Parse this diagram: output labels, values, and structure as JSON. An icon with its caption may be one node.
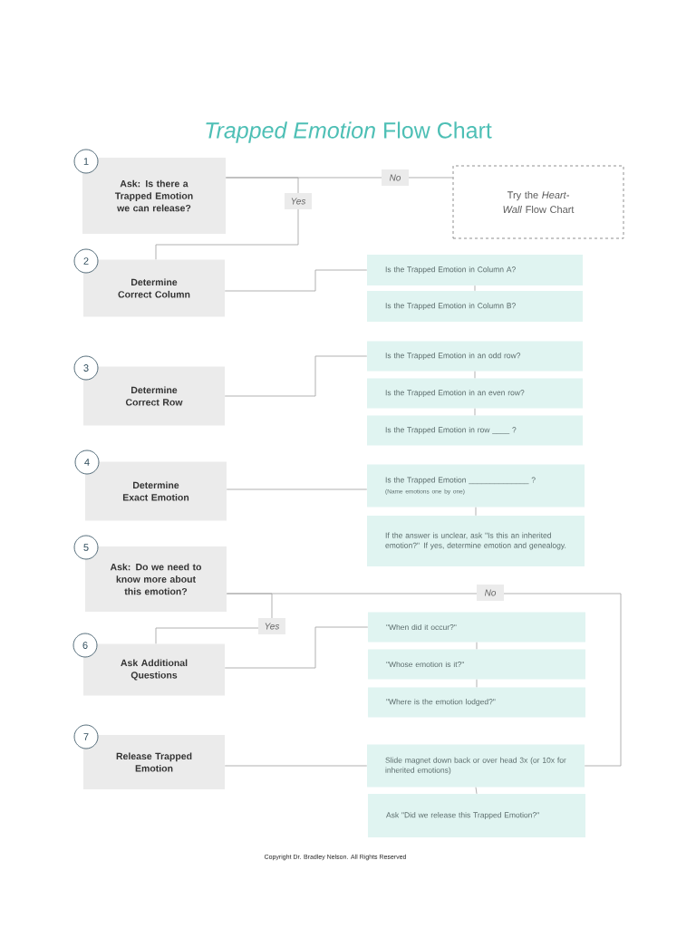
{
  "diagram": {
    "title": "*Trapped Emotion* Flow Chart",
    "nodes": [
      {
        "text": [
          "1",
          "Ask: Is there a Trapped Emotion we can release?"
        ]
      },
      {
        "text": [
          "Try the *Heart-Wall* Flow Chart"
        ]
      },
      {
        "text": [
          "2",
          "Determine Correct Column"
        ]
      },
      {
        "text": [
          "Is the Trapped Emotion in Column A?"
        ]
      },
      {
        "text": [
          "Is the Trapped Emotion in Column B?"
        ]
      },
      {
        "text": [
          "3",
          "Determine Correct Row"
        ]
      },
      {
        "text": [
          "Is the Trapped Emotion in an odd row?"
        ]
      },
      {
        "text": [
          "Is the Trapped Emotion in an even row?"
        ]
      },
      {
        "text": [
          "Is the Trapped Emotion in row ____ ?"
        ]
      },
      {
        "text": [
          "4",
          "Determine Exact Emotion"
        ]
      },
      {
        "text": [
          "Is the Trapped Emotion ______________ ?",
          "(Name emotions one by one)"
        ]
      },
      {
        "text": [
          "If the answer is unclear, ask \"Is this an inherited emotion?\" If yes, determine emotion and genealogy."
        ]
      },
      {
        "text": [
          "5",
          "Ask: Do we need to know more about this emotion?"
        ]
      },
      {
        "text": [
          "6",
          "Ask Additional Questions"
        ]
      },
      {
        "text": [
          "\"When did it occur?\""
        ]
      },
      {
        "text": [
          "\"Whose emotion is it?\""
        ]
      },
      {
        "text": [
          "\"Where is the emotion lodged?\""
        ]
      },
      {
        "text": [
          "7",
          "Release Trapped Emotion"
        ]
      },
      {
        "text": [
          "Slide magnet down back or over head 3x (or 10x for inherited emotions)"
        ]
      },
      {
        "text": [
          "Ask \"Did we release this Trapped Emotion?\""
        ]
      }
    ],
    "edges": [
      {
        "from": 0,
        "to": 1,
        "arrow": "none",
        "label": "No"
      },
      {
        "from": 0,
        "to": 2,
        "arrow": "none",
        "label": "Yes"
      },
      {
        "from": 2,
        "to": 3,
        "arrow": "none"
      },
      {
        "from": 3,
        "to": 4,
        "arrow": "none"
      },
      {
        "from": 5,
        "to": 6,
        "arrow": "none"
      },
      {
        "from": 6,
        "to": 7,
        "arrow": "none"
      },
      {
        "from": 7,
        "to": 8,
        "arrow": "none"
      },
      {
        "from": 9,
        "to": 10,
        "arrow": "none"
      },
      {
        "from": 10,
        "to": 11,
        "arrow": "none"
      },
      {
        "from": 12,
        "to": 13,
        "arrow": "none",
        "label": "Yes"
      },
      {
        "from": 12,
        "to": 18,
        "arrow": "none",
        "label": "No"
      },
      {
        "from": 13,
        "to": 14,
        "arrow": "none"
      },
      {
        "from": 14,
        "to": 15,
        "arrow": "none"
      },
      {
        "from": 15,
        "to": 16,
        "arrow": "none"
      },
      {
        "from": 17,
        "to": 18,
        "arrow": "none"
      },
      {
        "from": 18,
        "to": 19,
        "arrow": "none"
      }
    ],
    "labels": [
      "Copyright Dr. Bradley Nelson. All Rights Reserved"
    ]
  }
}
